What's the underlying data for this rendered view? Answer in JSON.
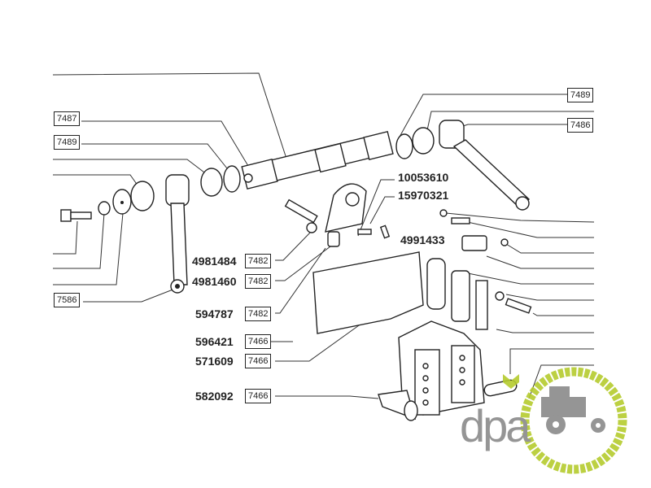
{
  "diagram": {
    "ref_boxes": {
      "top_left_1": "7487",
      "top_left_2": "7489",
      "top_right_1": "7489",
      "top_right_2": "7486",
      "bottom_left": "7586"
    },
    "callouts": [
      {
        "part": "4981484",
        "ref": "7482"
      },
      {
        "part": "4981460",
        "ref": "7482"
      },
      {
        "part": "594787",
        "ref": "7482"
      },
      {
        "part": "596421",
        "ref": "7466"
      },
      {
        "part": "571609",
        "ref": "7466"
      },
      {
        "part": "582092",
        "ref": "7466"
      }
    ],
    "part_numbers": {
      "p1": "10053610",
      "p2": "15970321",
      "p3": "4991433"
    }
  },
  "watermark": {
    "text": "dpa",
    "colors": {
      "green": "#b5cc2e",
      "gray": "#8a8a8a"
    }
  }
}
